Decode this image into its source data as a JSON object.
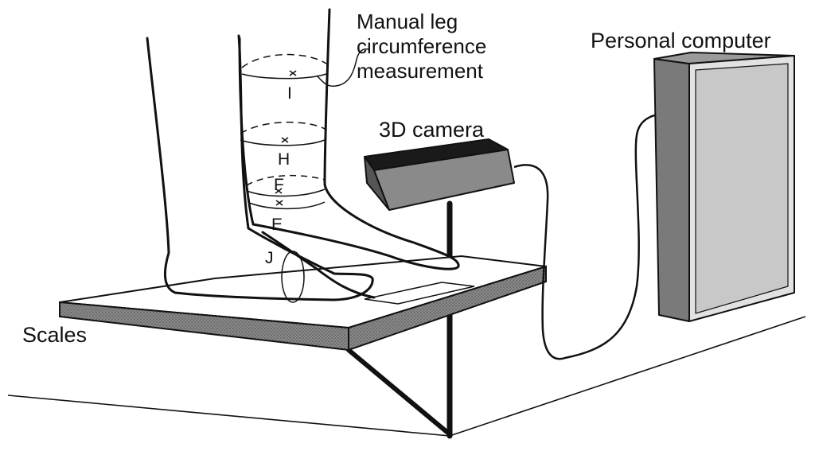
{
  "labels": {
    "manual_line1": "Manual leg",
    "manual_line2": "circumference",
    "manual_line3": "measurement",
    "personal_computer": "Personal computer",
    "camera": "3D camera",
    "scales": "Scales",
    "level_I": "I",
    "level_H": "H",
    "level_F": "F",
    "level_E": "E",
    "level_J": "J"
  },
  "colors": {
    "line": "#111111",
    "computer_side": "#7a7a7a",
    "computer_screen": "#c8c8c8",
    "platform_edge": "#6e6e6e"
  }
}
